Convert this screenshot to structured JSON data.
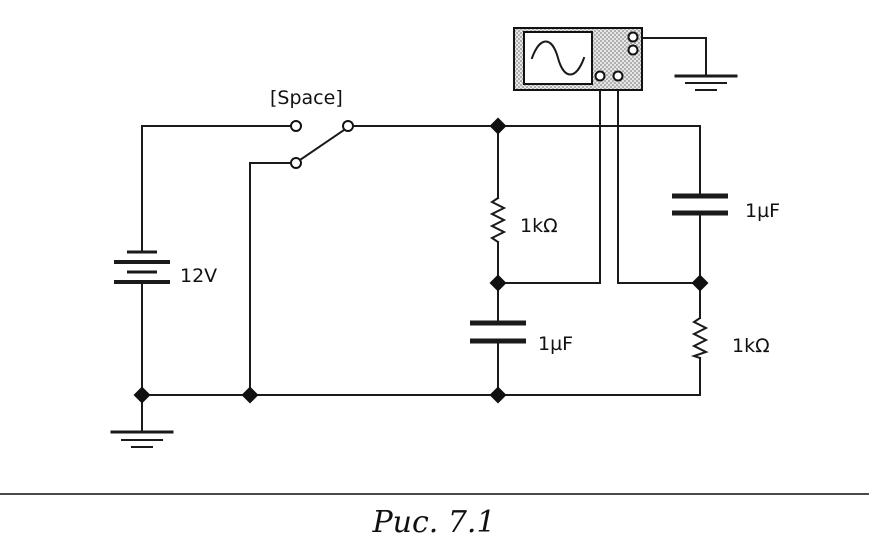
{
  "components": {
    "switch_key_label": "[Space]",
    "battery_label": "12V",
    "resistor_top_label": "1kΩ",
    "capacitor_bottom_label": "1µF",
    "capacitor_right_label": "1µF",
    "resistor_right_label": "1kΩ"
  },
  "caption": "Рис. 7.1",
  "colors": {
    "ink": "#1a1a1a",
    "scope_panel": "#c8c8c8",
    "scope_screen": "#ffffff"
  },
  "icons": {
    "oscilloscope": "sine-wave-icon",
    "ground": "ground-icon"
  }
}
